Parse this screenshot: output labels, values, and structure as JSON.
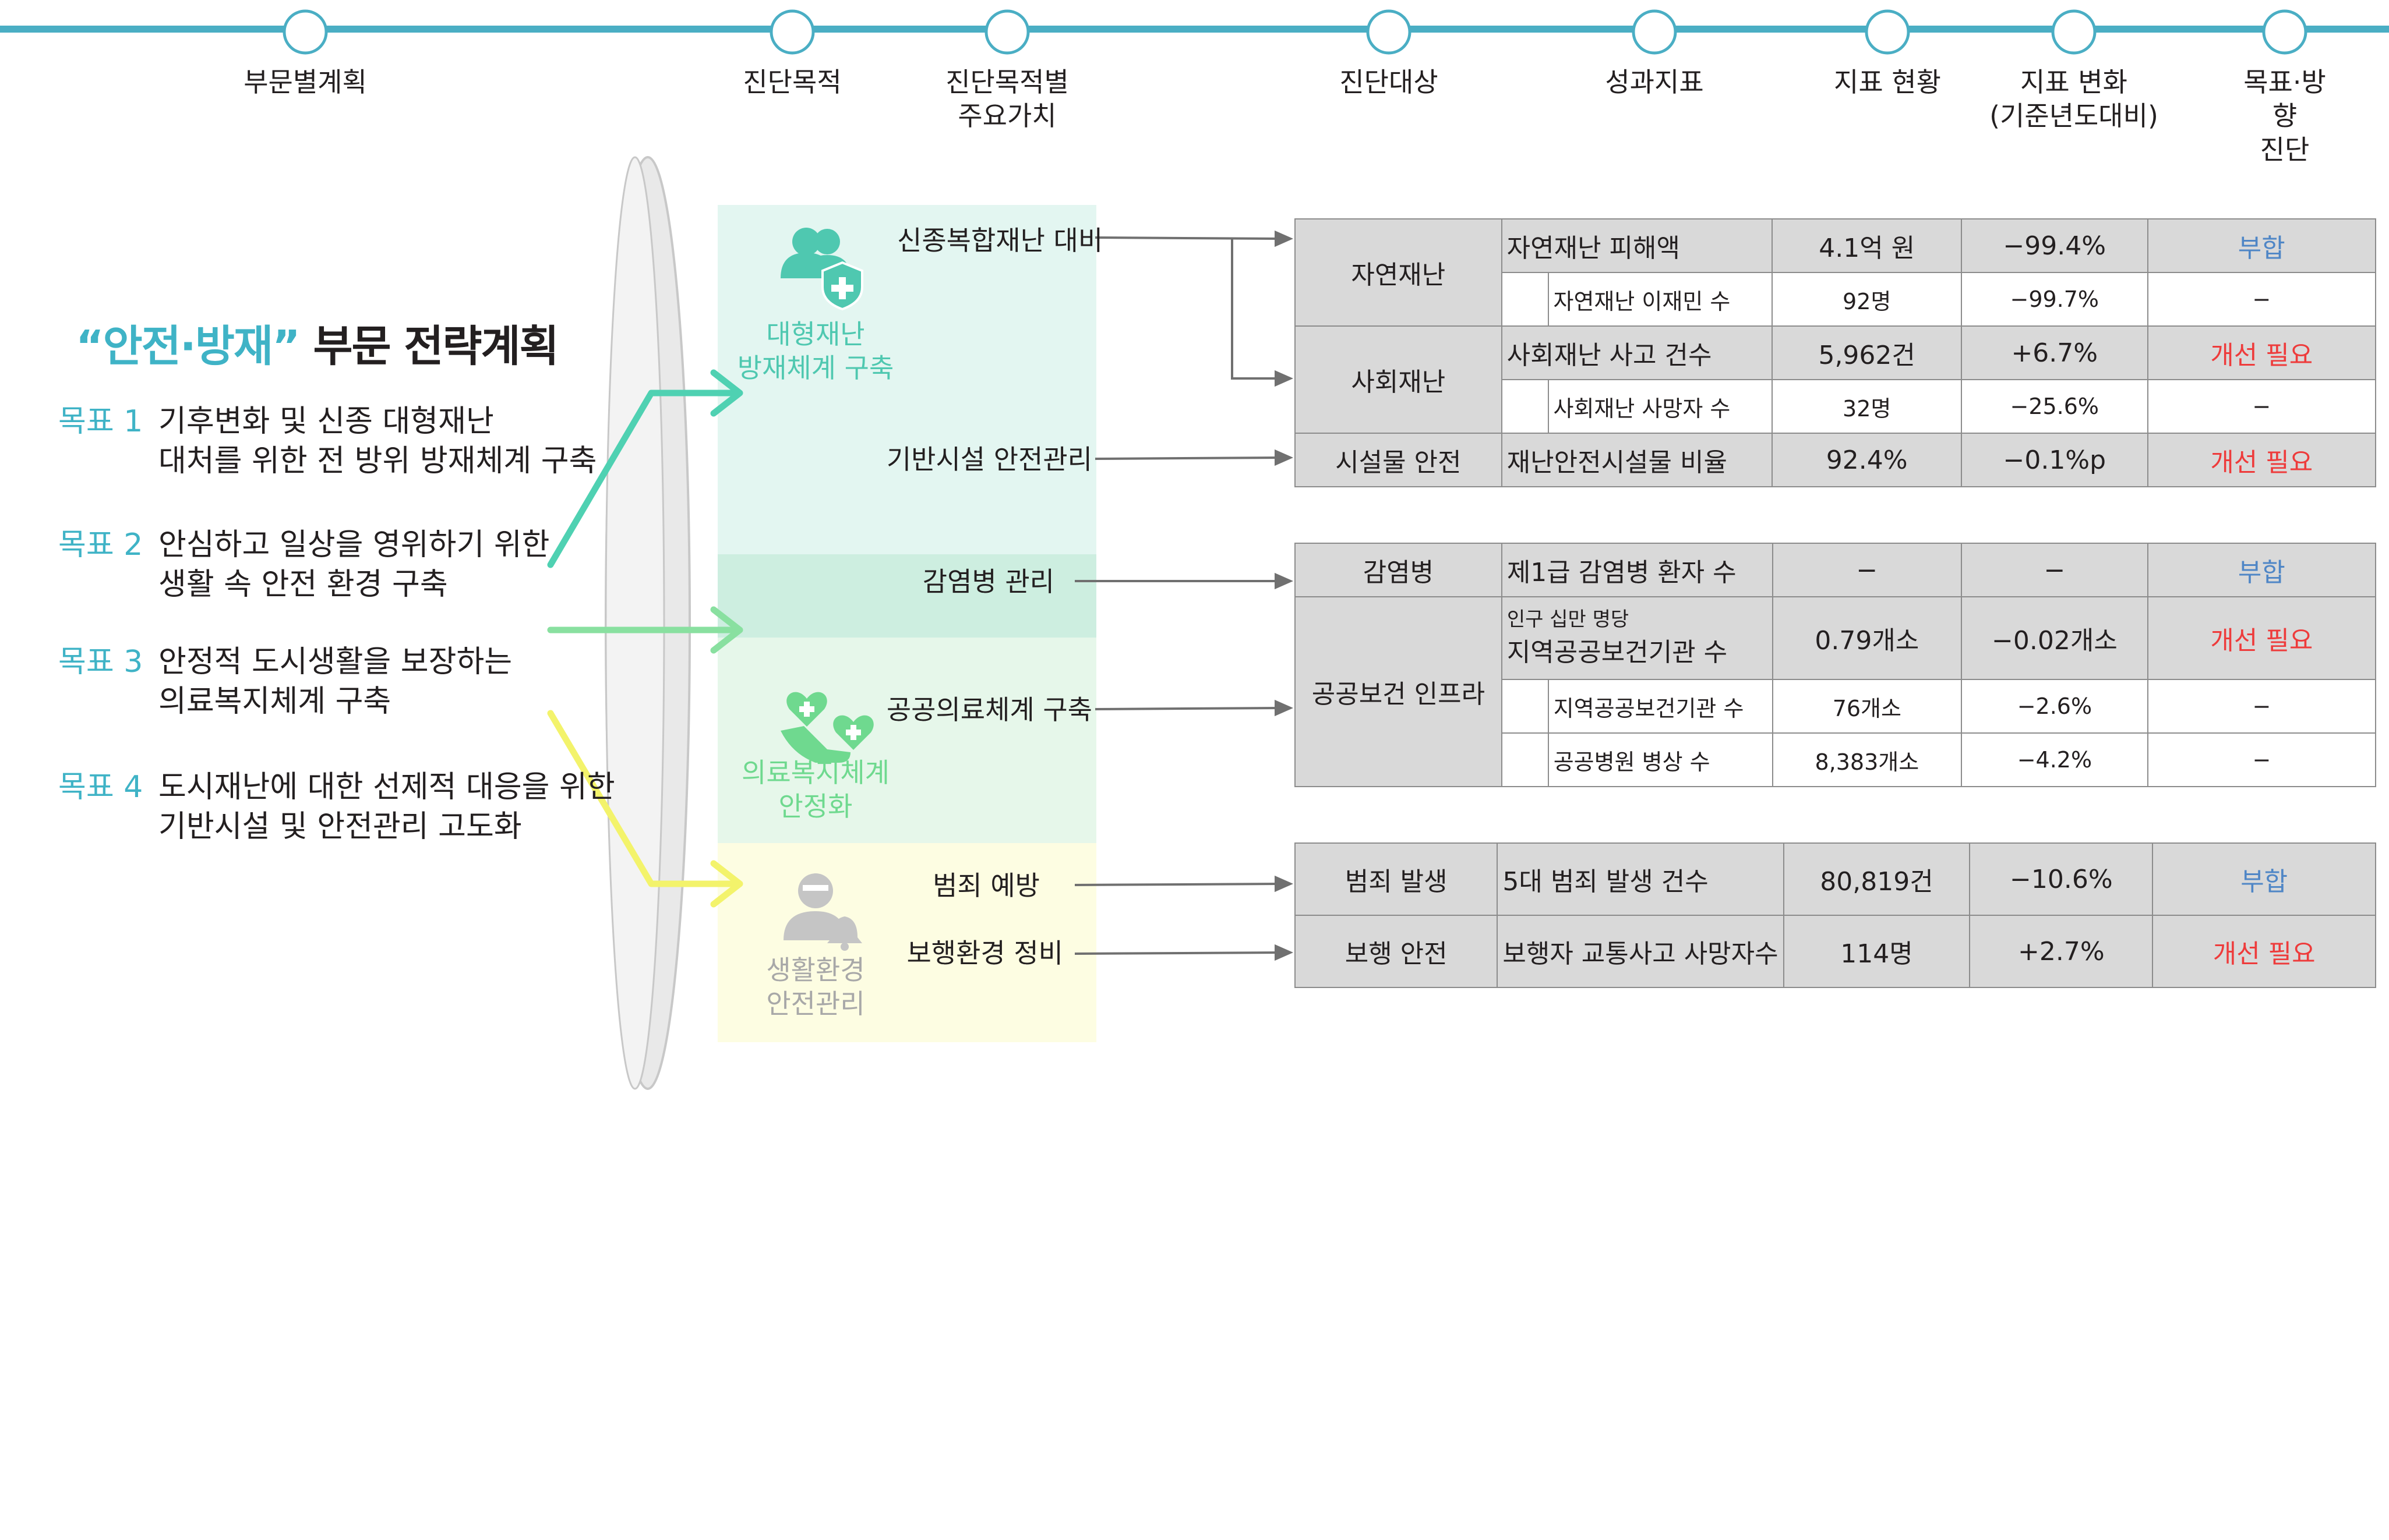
{
  "header": {
    "steps": [
      {
        "id": "plan",
        "label": "부문별계획"
      },
      {
        "id": "purpose",
        "label": "진단목적"
      },
      {
        "id": "values",
        "label": "진단목적별\n주요가치"
      },
      {
        "id": "target",
        "label": "진단대상"
      },
      {
        "id": "indicator",
        "label": "성과지표"
      },
      {
        "id": "status",
        "label": "지표 현황"
      },
      {
        "id": "change",
        "label": "지표 변화\n(기준년도대비)"
      },
      {
        "id": "diagnosis",
        "label": "목표·방향\n진단"
      }
    ]
  },
  "plan": {
    "title_quoted": "“안전·방재”",
    "title_rest": "부문 전략계획",
    "goals": [
      {
        "num": "목표 1",
        "text": "기후변화 및 신종 대형재난\n대처를 위한 전 방위 방재체계 구축"
      },
      {
        "num": "목표 2",
        "text": "안심하고 일상을 영위하기 위한\n생활 속 안전 환경 구축"
      },
      {
        "num": "목표 3",
        "text": "안정적 도시생활을 보장하는\n의료복지체계 구축"
      },
      {
        "num": "목표 4",
        "text": "도시재난에 대한 선제적 대응을 위한\n기반시설 및 안전관리 고도화"
      }
    ]
  },
  "purposes": {
    "disaster": {
      "label": "대형재난\n방재체계 구축",
      "icon": "people-shield-icon"
    },
    "medical": {
      "label": "의료복지체계\n안정화",
      "icon": "hand-hearts-icon"
    },
    "living": {
      "label": "생활환경\n안전관리",
      "icon": "person-bell-icon"
    }
  },
  "values": {
    "v1": "신종복합재난 대비",
    "v2": "기반시설 안전관리",
    "v3": "감염병 관리",
    "v4": "공공의료체계 구축",
    "v5": "범죄 예방",
    "v6": "보행환경 정비"
  },
  "table": {
    "natural": "자연재난",
    "natural_damage": "자연재난 피해액",
    "natural_damage_status": "4.1억 원",
    "natural_damage_change": "−99.4%",
    "natural_damage_diag": "부합",
    "natural_displaced": "자연재난 이재민 수",
    "natural_displaced_status": "92명",
    "natural_displaced_change": "−99.7%",
    "natural_displaced_diag": "−",
    "social": "사회재난",
    "social_accidents": "사회재난 사고 건수",
    "social_accidents_status": "5,962건",
    "social_accidents_change": "+6.7%",
    "social_accidents_diag": "개선 필요",
    "social_deaths": "사회재난 사망자 수",
    "social_deaths_status": "32명",
    "social_deaths_change": "−25.6%",
    "social_deaths_diag": "−",
    "facility": "시설물 안전",
    "facility_ratio": "재난안전시설물 비율",
    "facility_ratio_status": "92.4%",
    "facility_ratio_change": "−0.1%p",
    "facility_ratio_diag": "개선 필요",
    "infection": "감염병",
    "infection_patients": "제1급 감염병 환자 수",
    "infection_patients_status": "−",
    "infection_patients_change": "−",
    "infection_patients_diag": "부합",
    "public_health": "공공보건 인프라",
    "per_capita_note": "인구 십만 명당",
    "local_health": "지역공공보건기관 수",
    "local_health_status": "0.79개소",
    "local_health_change": "−0.02개소",
    "local_health_diag": "개선 필요",
    "local_health2": "지역공공보건기관 수",
    "local_health2_status": "76개소",
    "local_health2_change": "−2.6%",
    "local_health2_diag": "−",
    "hospital_beds": "공공병원 병상 수",
    "hospital_beds_status": "8,383개소",
    "hospital_beds_change": "−4.2%",
    "hospital_beds_diag": "−",
    "crime": "범죄 발생",
    "crime_count": "5대 범죄 발생 건수",
    "crime_count_status": "80,819건",
    "crime_count_change": "−10.6%",
    "crime_count_diag": "부합",
    "walk": "보행 안전",
    "walk_deaths": "보행자 교통사고 사망자수",
    "walk_deaths_status": "114명",
    "walk_deaths_change": "+2.7%",
    "walk_deaths_diag": "개선 필요"
  },
  "colors": {
    "accent": "#3fb3c6",
    "ok": "#4f86c6",
    "bad": "#ee3b3b",
    "band_disaster": "#e3f6f1",
    "band_infection": "#cdeee0",
    "band_medical": "#e6f7ea",
    "band_living": "#fdfde2"
  }
}
